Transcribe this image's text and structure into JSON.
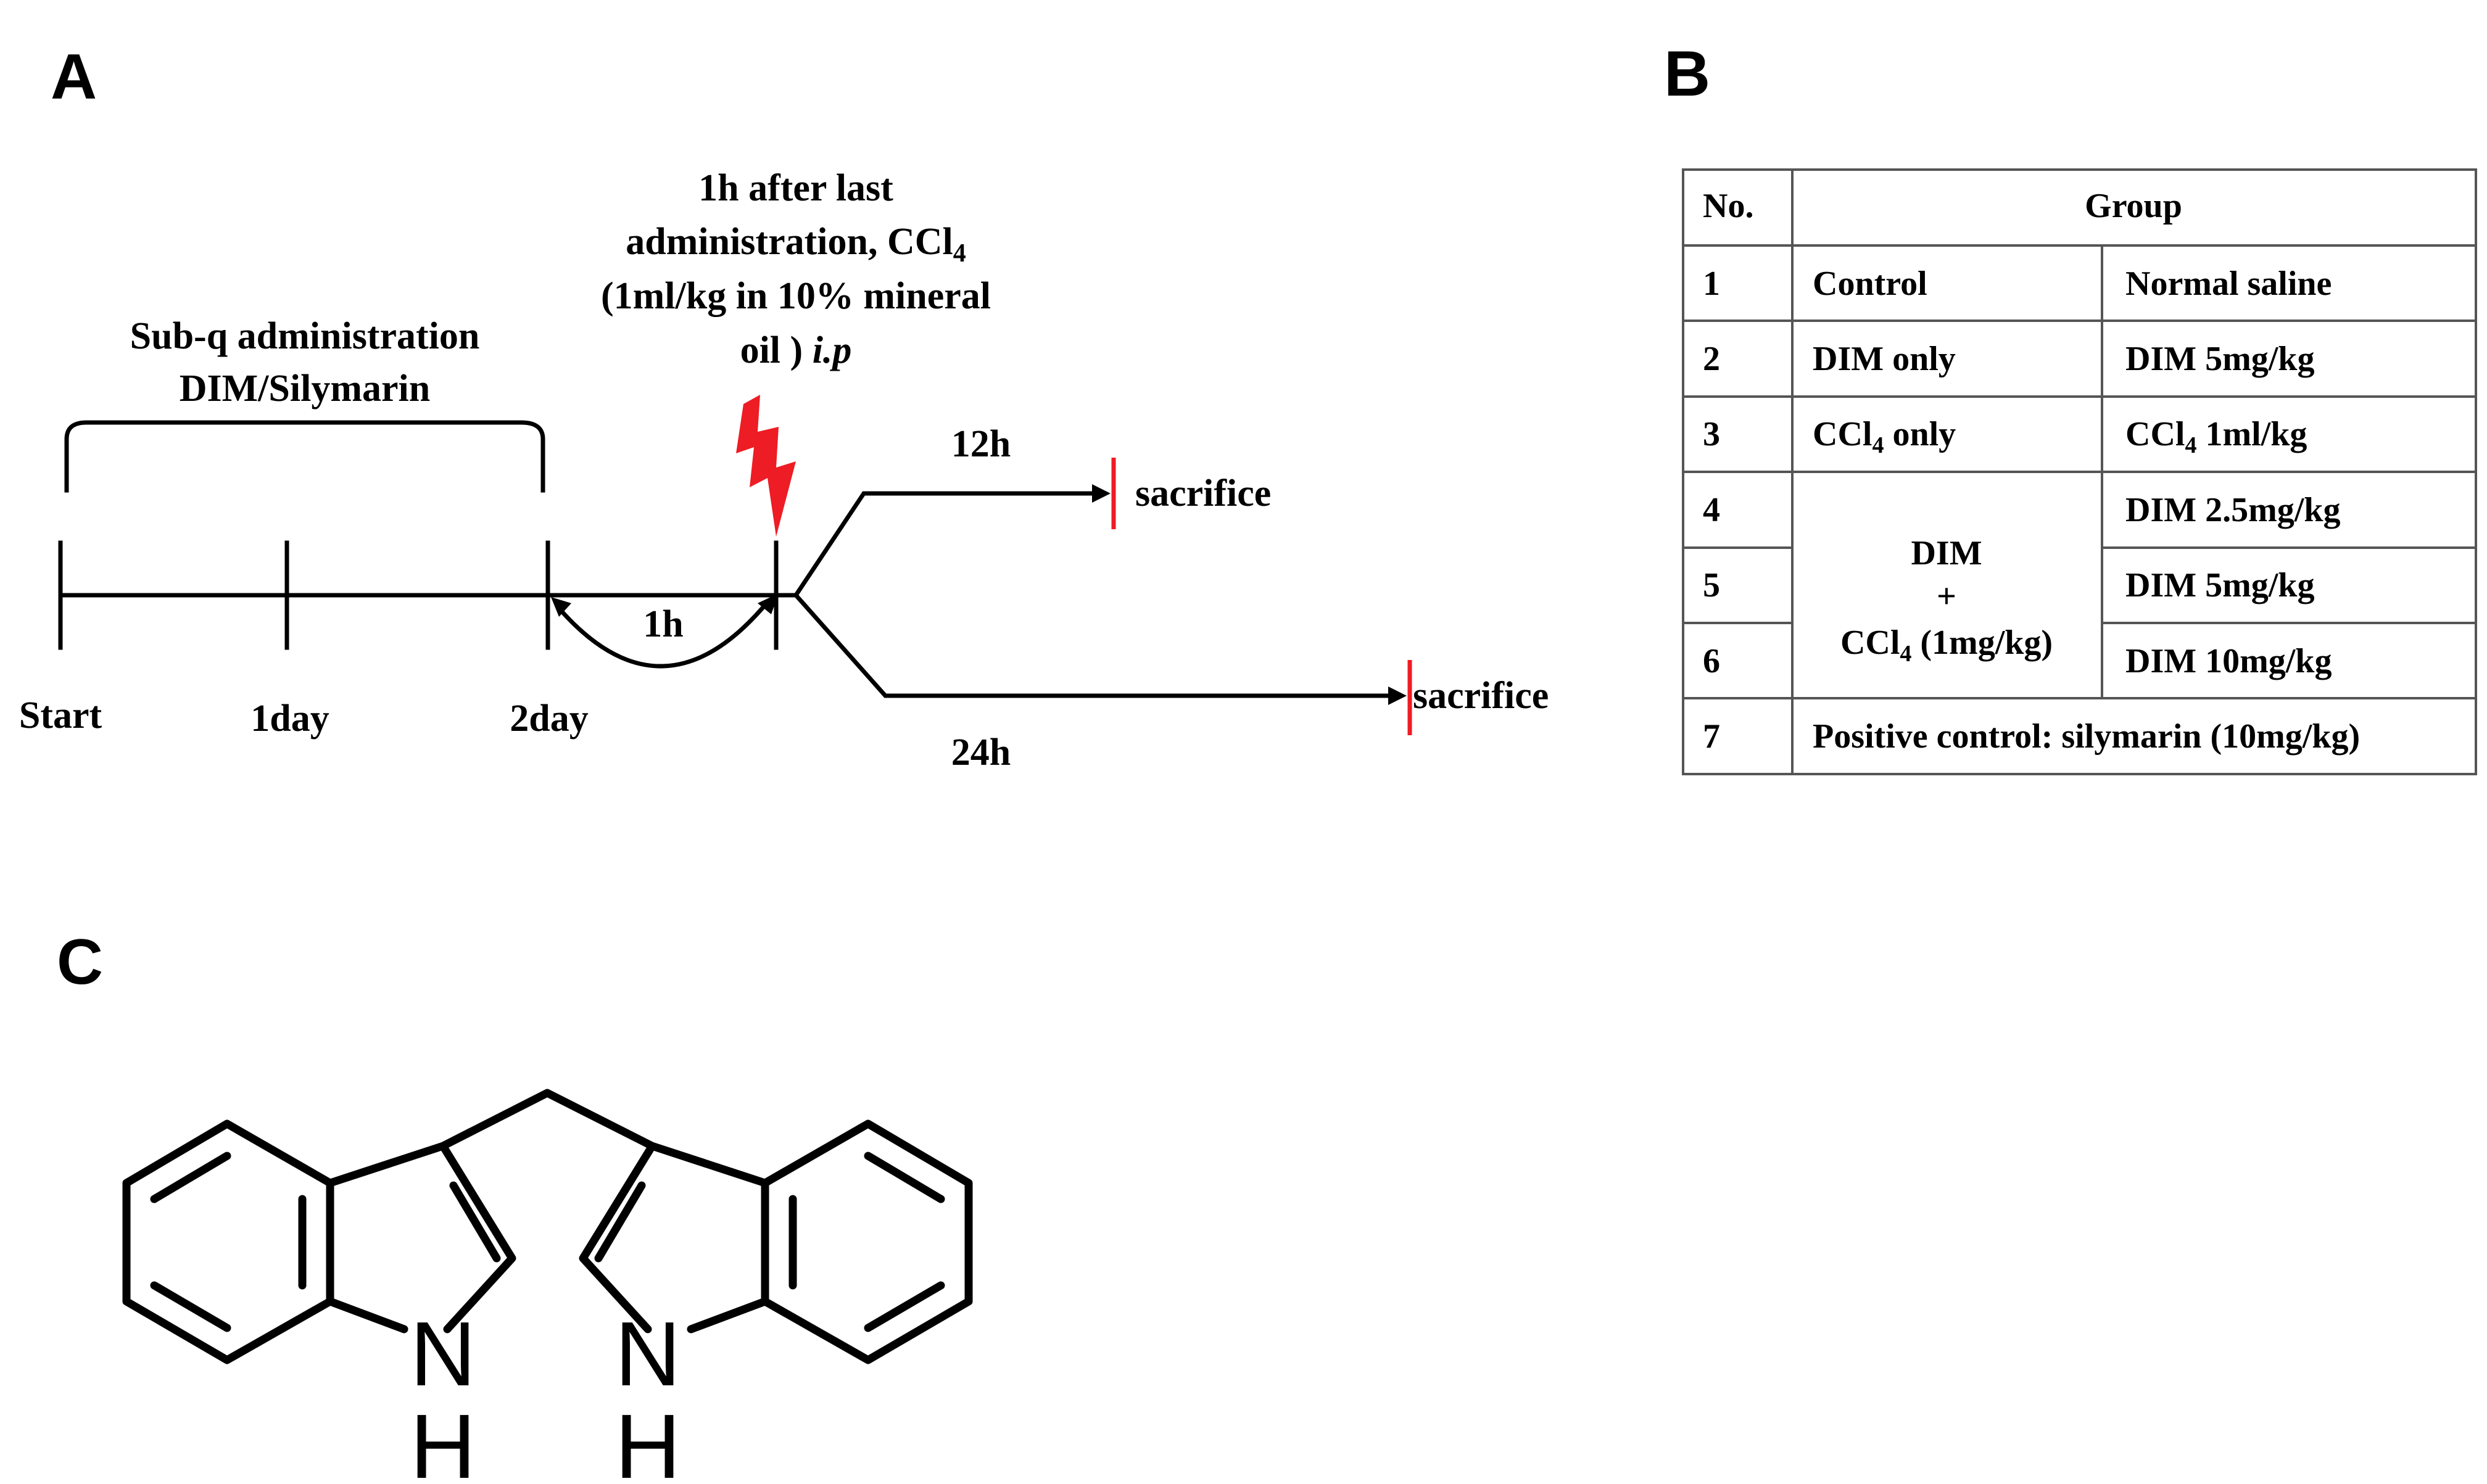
{
  "panels": {
    "a": "A",
    "b": "B",
    "c": "C"
  },
  "timeline": {
    "admin_label": [
      "Sub-q administration",
      "DIM/Silymarin"
    ],
    "ccl4_label": [
      "1h after last",
      "administration, CCl",
      "4",
      "(1ml/kg in 10% mineral",
      "oil ) ",
      "i.p"
    ],
    "ticks": [
      "Start",
      "1day",
      "2day"
    ],
    "interval": "1h",
    "branch_12h": "12h",
    "branch_24h": "24h",
    "endpoint": "sacrifice"
  },
  "table": {
    "headers": {
      "no": "No.",
      "group": "Group"
    },
    "rows": [
      {
        "no": "1",
        "group": "Control",
        "treatment": "Normal saline"
      },
      {
        "no": "2",
        "group": "DIM only",
        "treatment": "DIM 5mg/kg"
      },
      {
        "no": "3",
        "group": "CCl4 only",
        "treatment": "CCl4  1ml/kg"
      },
      {
        "no": "4",
        "treatment": "DIM 2.5mg/kg"
      },
      {
        "no": "5",
        "treatment": "DIM 5mg/kg"
      },
      {
        "no": "6",
        "treatment": "DIM 10mg/kg"
      },
      {
        "no": "7",
        "group": "Positive control: silymarin (10mg/kg)"
      }
    ],
    "merged_group": [
      "DIM",
      "+",
      "CCl4 (1mg/kg)"
    ],
    "subscript": "4"
  },
  "structure": {
    "atoms": [
      "N",
      "H",
      "N",
      "H"
    ]
  },
  "colors": {
    "accent": "#ee1c24",
    "ink": "#000000"
  }
}
